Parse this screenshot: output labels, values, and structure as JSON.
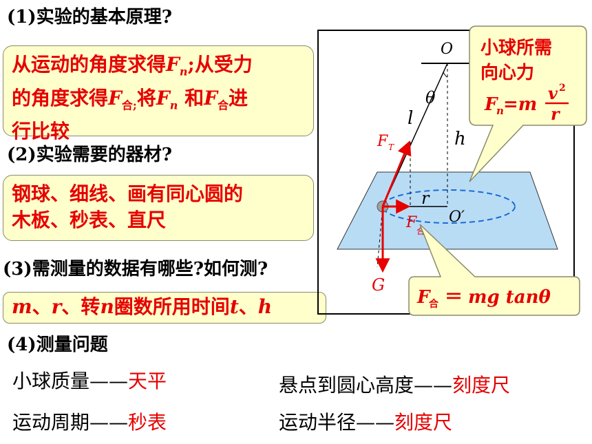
{
  "q1": {
    "title": "(1)实验的基本原理?",
    "callout": [
      "从运动的角度求得",
      "F",
      "n",
      ";从受力",
      "的角度求得",
      "F",
      "合;",
      "将",
      "F",
      "n",
      " 和",
      "F",
      "合",
      "进",
      "行比较"
    ]
  },
  "q2": {
    "title": "(2)实验需要的器材?",
    "callout_line1": "钢球、细线、画有同心圆的",
    "callout_line2": "木板、秒表、直尺"
  },
  "q3": {
    "title": "(3)需测量的数据有哪些?如何测?",
    "callout_parts": [
      "m",
      "、",
      "r",
      "、转",
      "n",
      "圈数所用时间",
      "t",
      "、",
      "h"
    ]
  },
  "q4": {
    "title": "(4)测量问题",
    "rows": [
      {
        "label": "小球质量——",
        "value": "天平"
      },
      {
        "label": "悬点到圆心高度——",
        "value": "刻度尺"
      },
      {
        "label": "运动周期——",
        "value": "秒表"
      },
      {
        "label": "运动半径——",
        "value": "刻度尺"
      }
    ]
  },
  "diagram": {
    "labels": {
      "O": "O",
      "theta": "θ",
      "l": "l",
      "h": "h",
      "r": "r",
      "O_prime": "O′",
      "FT_main": "F",
      "FT_sub": "T",
      "Fhe_main": "F",
      "Fhe_sub": "合",
      "G": "G"
    },
    "callout_centripetal": {
      "line1": "小球所需",
      "line2": "向心力",
      "formula_F": "F",
      "formula_sub": "n",
      "formula_eq": "=m",
      "num": "v",
      "num_exp": "2",
      "den": "r"
    },
    "callout_resultant": {
      "F": "F",
      "sub": "合",
      "eq": "＝",
      "rest": "mg tanθ"
    }
  }
}
